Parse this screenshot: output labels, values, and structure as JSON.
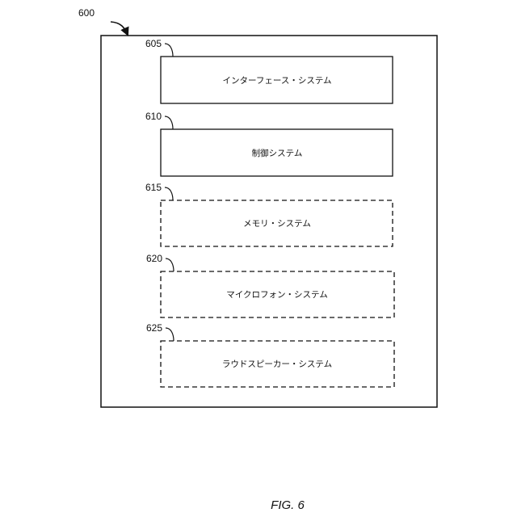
{
  "figure": {
    "caption": "FIG. 6",
    "outer_ref": "600"
  },
  "blocks": [
    {
      "ref": "605",
      "label": "インターフェース・システム",
      "style": "solid"
    },
    {
      "ref": "610",
      "label": "制御システム",
      "style": "solid"
    },
    {
      "ref": "615",
      "label": "メモリ・システム",
      "style": "dashed"
    },
    {
      "ref": "620",
      "label": "マイクロフォン・システム",
      "style": "dashed"
    },
    {
      "ref": "625",
      "label": "ラウドスピーカー・システム",
      "style": "dashed"
    }
  ]
}
